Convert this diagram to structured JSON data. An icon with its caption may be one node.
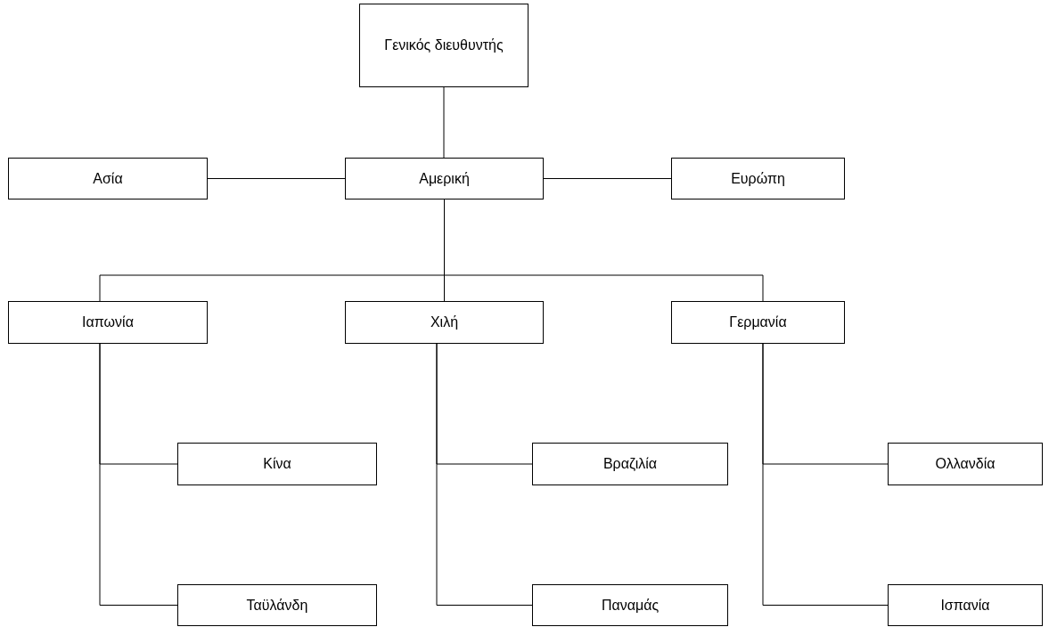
{
  "diagram": {
    "nodes": [
      {
        "text": [
          "Γενικός διευθυντής"
        ]
      },
      {
        "text": [
          "Ασία"
        ]
      },
      {
        "text": [
          "Αμερική"
        ]
      },
      {
        "text": [
          "Ευρώπη"
        ]
      },
      {
        "text": [
          "Ιαπωνία"
        ]
      },
      {
        "text": [
          "Χιλή"
        ]
      },
      {
        "text": [
          "Γερμανία"
        ]
      },
      {
        "text": [
          "Κίνα"
        ]
      },
      {
        "text": [
          "Ταϋλάνδη"
        ]
      },
      {
        "text": [
          "Βραζιλία"
        ]
      },
      {
        "text": [
          "Παναμάς"
        ]
      },
      {
        "text": [
          "Ολλανδία"
        ]
      },
      {
        "text": [
          "Ισπανία"
        ]
      }
    ],
    "edges": [
      {
        "from": 0,
        "to": 2,
        "arrow": "none"
      },
      {
        "from": 1,
        "to": 2,
        "arrow": "none"
      },
      {
        "from": 2,
        "to": 3,
        "arrow": "none"
      },
      {
        "from": 2,
        "to": 4,
        "arrow": "none"
      },
      {
        "from": 2,
        "to": 5,
        "arrow": "none"
      },
      {
        "from": 2,
        "to": 6,
        "arrow": "none"
      },
      {
        "from": 4,
        "to": 7,
        "arrow": "none"
      },
      {
        "from": 4,
        "to": 8,
        "arrow": "none"
      },
      {
        "from": 5,
        "to": 9,
        "arrow": "none"
      },
      {
        "from": 5,
        "to": 10,
        "arrow": "none"
      },
      {
        "from": 6,
        "to": 11,
        "arrow": "none"
      },
      {
        "from": 6,
        "to": 12,
        "arrow": "none"
      }
    ]
  }
}
